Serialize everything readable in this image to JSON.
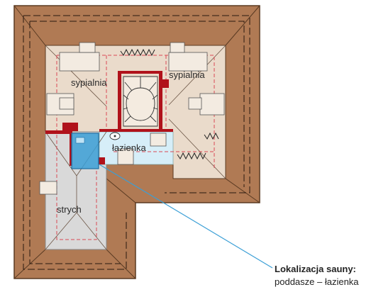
{
  "rooms": {
    "bedroom_left": "sypialnia",
    "bedroom_right": "sypialnia",
    "bathroom": "łazienka",
    "attic": "strych"
  },
  "caption": {
    "title": "Lokalizacja sauny:",
    "subtitle": "poddasze – łazienka"
  },
  "colors": {
    "roof": "#b07a54",
    "roof_edge": "#5a3a22",
    "floor": "#eadbcb",
    "attic": "#d9d9d9",
    "bathroom": "#d6eef8",
    "sauna": "#3b9fd6",
    "wall": "#b0121b",
    "dash": "#d94a55",
    "leader": "#3b9fd6"
  }
}
